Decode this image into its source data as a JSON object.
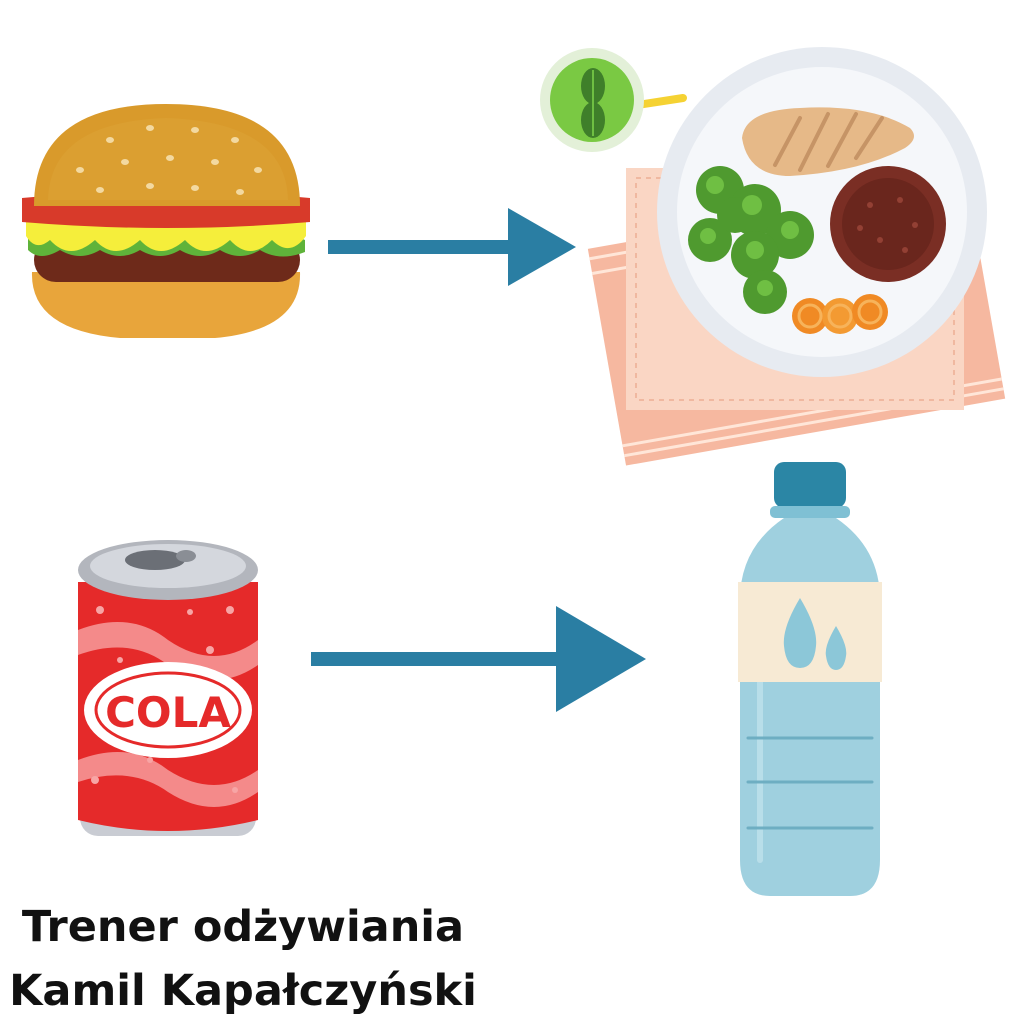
{
  "cola_can": {
    "label": "COLA"
  },
  "caption": {
    "line1": "Trener odżywiania",
    "line2": "Kamil Kapałczyński"
  },
  "colors": {
    "arrow": "#2a7ea3",
    "burger_bun": "#d99a2b",
    "can_red": "#e52a2a",
    "bottle_blue": "#9fd0df",
    "napkin": "#f7cdb8"
  }
}
